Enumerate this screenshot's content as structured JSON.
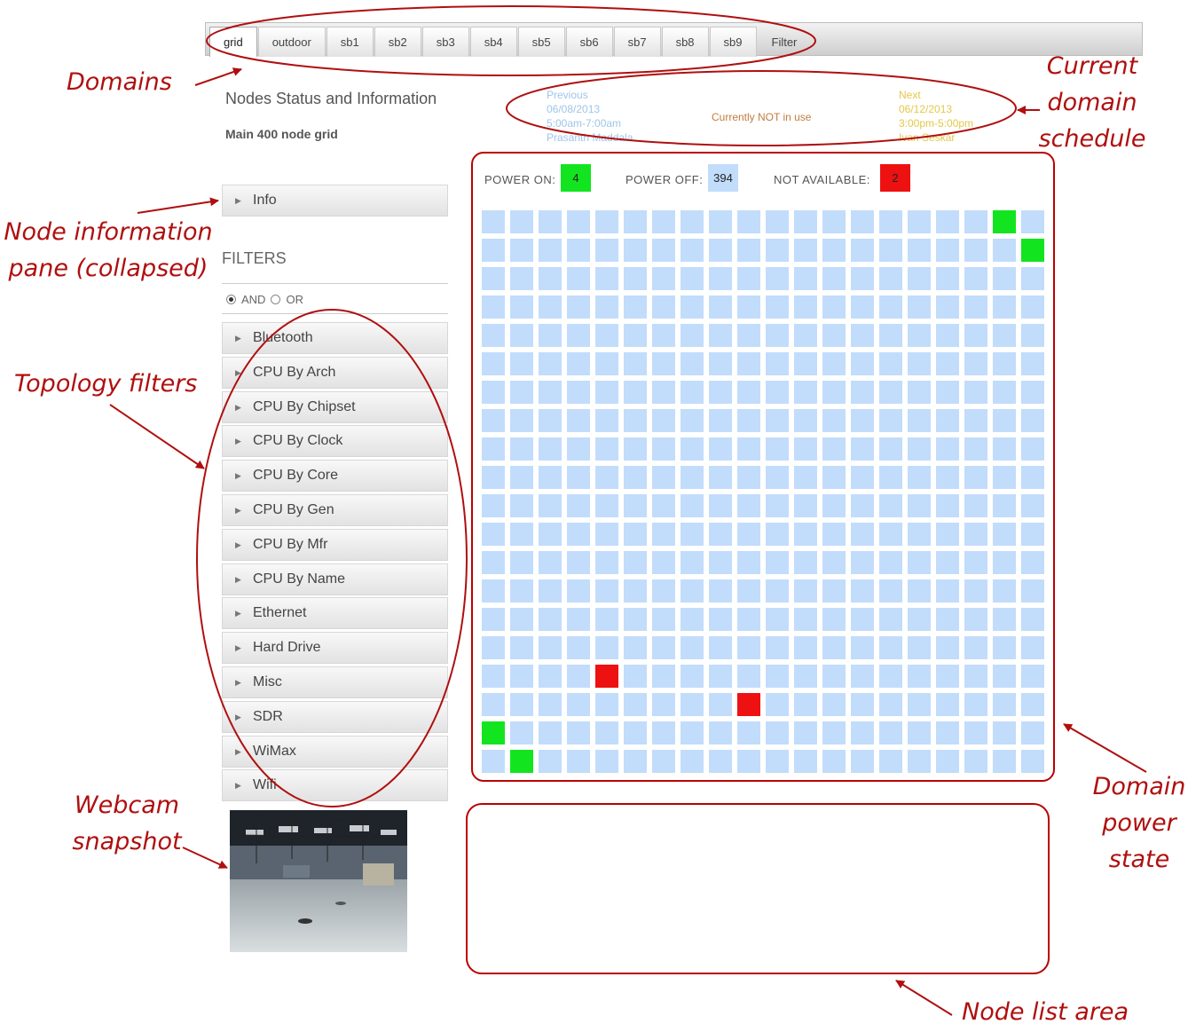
{
  "tabs": [
    "grid",
    "outdoor",
    "sb1",
    "sb2",
    "sb3",
    "sb4",
    "sb5",
    "sb6",
    "sb7",
    "sb8",
    "sb9",
    "Filter"
  ],
  "active_tab": "grid",
  "page": {
    "title": "Nodes Status and Information",
    "subtitle": "Main 400 node grid"
  },
  "schedule": {
    "previous": {
      "label": "Previous",
      "date": "06/08/2013",
      "time": "5:00am-7:00am",
      "user": "Prasanth Maddala"
    },
    "current": "Currently NOT in use",
    "next": {
      "label": "Next",
      "date": "06/12/2013",
      "time": "3:00pm-5:00pm",
      "user": "Ivan Seskar"
    }
  },
  "info_pane": {
    "label": "Info",
    "collapsed": true
  },
  "filters": {
    "heading": "FILTERS",
    "logic": {
      "and": "AND",
      "or": "OR",
      "selected": "AND"
    },
    "items": [
      "Bluetooth",
      "CPU By Arch",
      "CPU By Chipset",
      "CPU By Clock",
      "CPU By Core",
      "CPU By Gen",
      "CPU By Mfr",
      "CPU By Name",
      "Ethernet",
      "Hard Drive",
      "Misc",
      "SDR",
      "WiMax",
      "Wifi"
    ]
  },
  "power": {
    "on_label": "POWER ON:",
    "on_count": "4",
    "off_label": "POWER OFF:",
    "off_count": "394",
    "na_label": "NOT AVAILABLE:",
    "na_count": "2",
    "colors": {
      "on": "#12e51f",
      "off": "#c2dcfb",
      "na": "#ee1111"
    },
    "columns": 20,
    "rows": 20,
    "on_nodes": [
      [
        1,
        19
      ],
      [
        2,
        20
      ],
      [
        19,
        1
      ],
      [
        20,
        2
      ]
    ],
    "na_nodes": [
      [
        17,
        5
      ],
      [
        18,
        10
      ]
    ]
  },
  "annotations": {
    "domains": "Domains",
    "schedule": [
      "Current",
      "domain",
      "schedule"
    ],
    "info": [
      "Node information",
      "pane (collapsed)"
    ],
    "filters": "Topology filters",
    "webcam": [
      "Webcam",
      "snapshot"
    ],
    "power": [
      "Domain",
      "power",
      "state"
    ],
    "nodelist": "Node list area"
  }
}
